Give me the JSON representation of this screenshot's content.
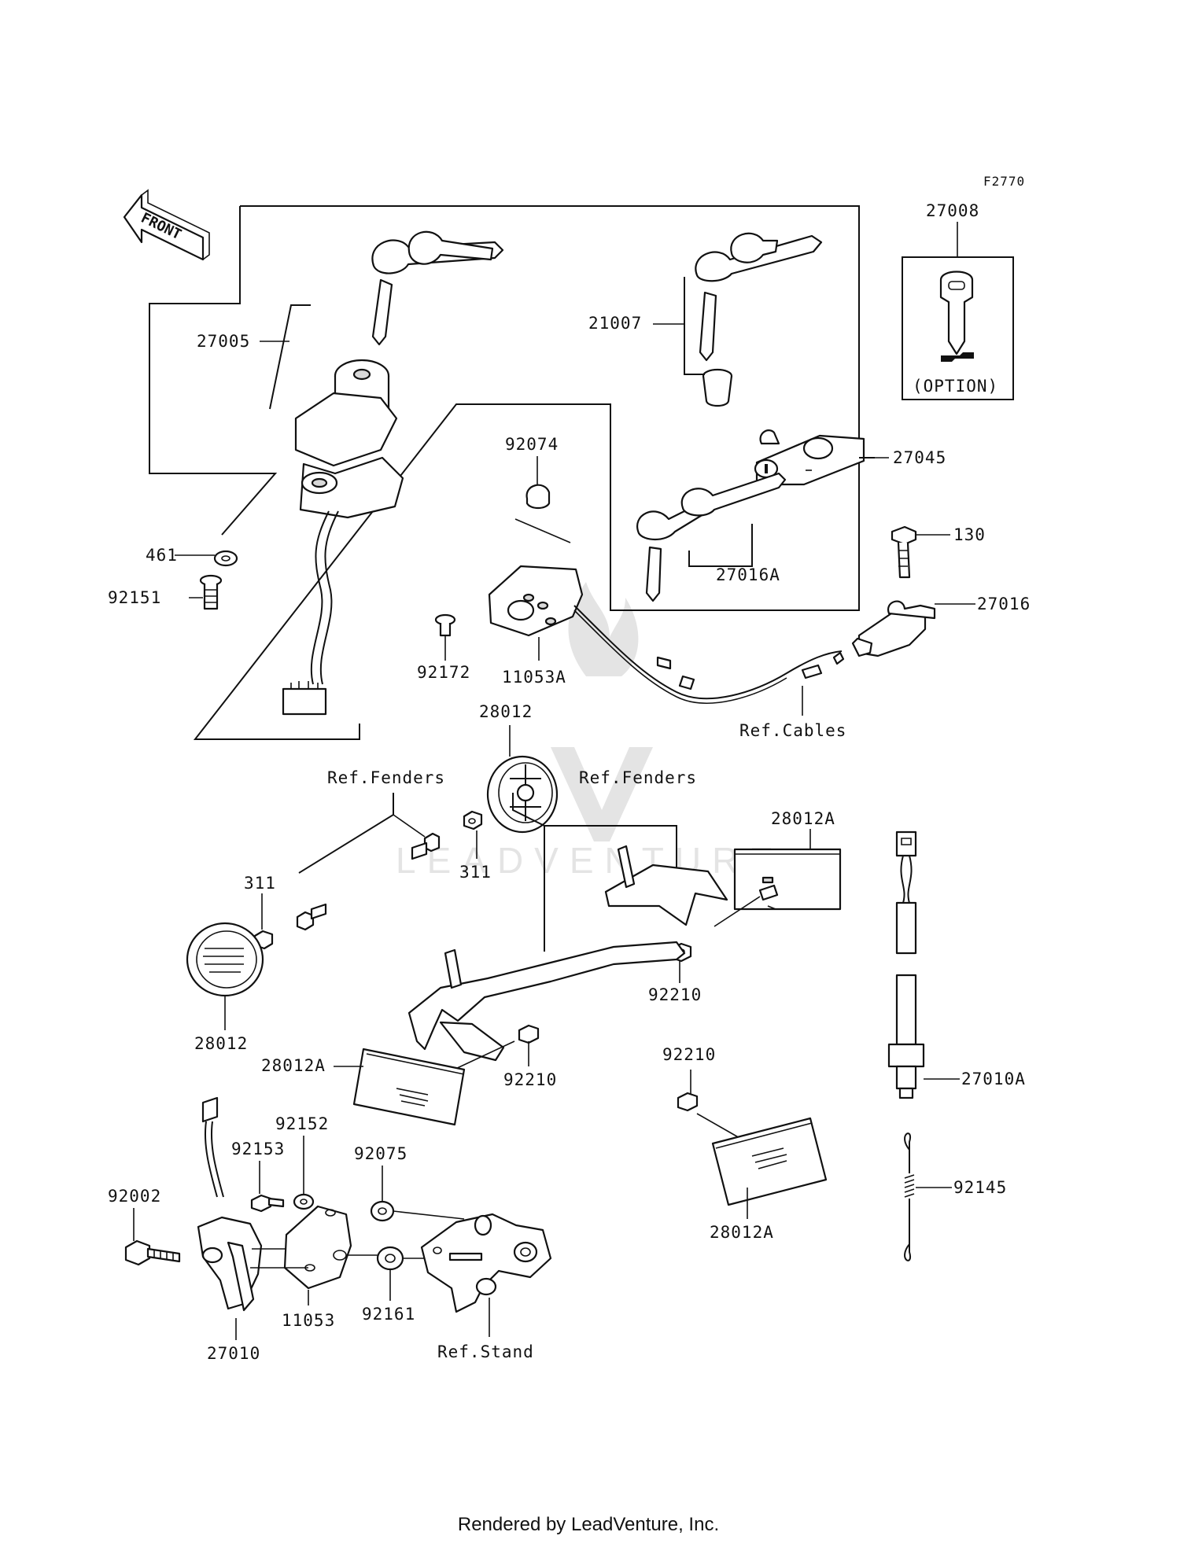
{
  "figure_code": "F2770",
  "front_arrow": "FRONT",
  "option_label": "(OPTION)",
  "watermark": "LEADVENTURE",
  "footer": "Rendered by LeadVenture, Inc.",
  "callouts": {
    "c27008": "27008",
    "c27005": "27005",
    "c21007": "21007",
    "c92074": "92074",
    "c27045": "27045",
    "c461": "461",
    "c92151": "92151",
    "c130": "130",
    "c27016A": "27016A",
    "c27016": "27016",
    "c92172": "92172",
    "c11053A": "11053A",
    "c28012_top": "28012",
    "c_ref_cables": "Ref.Cables",
    "c_ref_fenders_left": "Ref.Fenders",
    "c_ref_fenders_right": "Ref.Fenders",
    "c28012A_top": "28012A",
    "c311_left": "311",
    "c311_mid": "311",
    "c28012_left": "28012",
    "c92210_a": "92210",
    "c28012A_left": "28012A",
    "c92210_b": "92210",
    "c92210_c": "92210",
    "c27010A": "27010A",
    "c92152": "92152",
    "c92153": "92153",
    "c92075": "92075",
    "c92002": "92002",
    "c92145": "92145",
    "c28012A_bottom": "28012A",
    "c11053": "11053",
    "c92161": "92161",
    "c27010": "27010",
    "c_ref_stand": "Ref.Stand"
  }
}
